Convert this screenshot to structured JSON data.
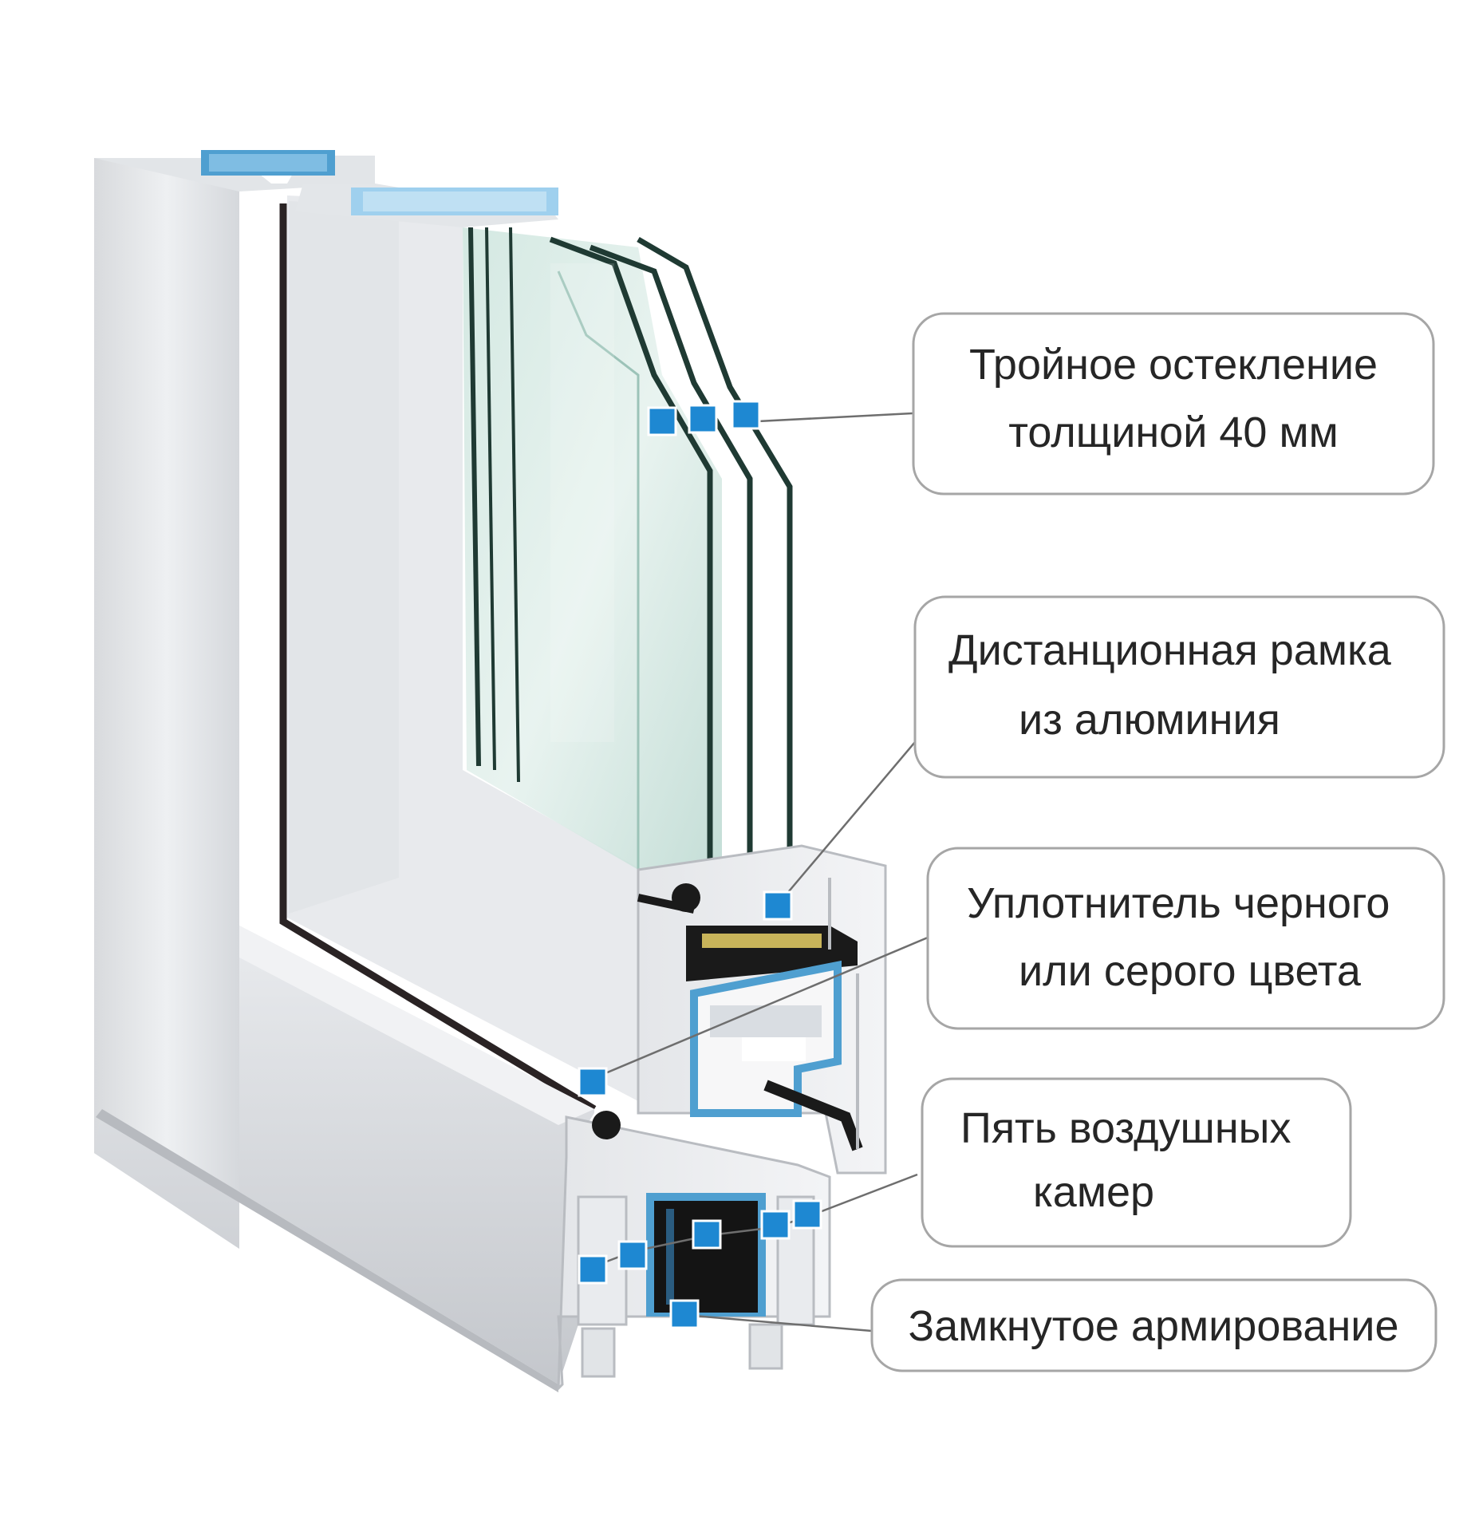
{
  "callouts": [
    {
      "id": "triple-glazing",
      "lines": [
        "Тройное остекление",
        "толщиной 40 мм"
      ]
    },
    {
      "id": "spacer-frame",
      "lines": [
        "Дистанционная рамка",
        "из алюминия"
      ]
    },
    {
      "id": "seal",
      "lines": [
        "Уплотнитель черного",
        "или серого цвета"
      ]
    },
    {
      "id": "air-chambers",
      "lines": [
        "Пять воздушных",
        "камер"
      ]
    },
    {
      "id": "reinforcement",
      "lines": [
        "Замкнутое армирование"
      ]
    }
  ],
  "colors": {
    "marker": "#1e88d2",
    "frame": "#ebecef",
    "frame_shadow": "#c9ccd2",
    "glass": "#d7ebe6",
    "glass_edge": "#1f3a33",
    "reinforcement": "#1b1b1b",
    "blue_steel": "#4f9fd0"
  }
}
